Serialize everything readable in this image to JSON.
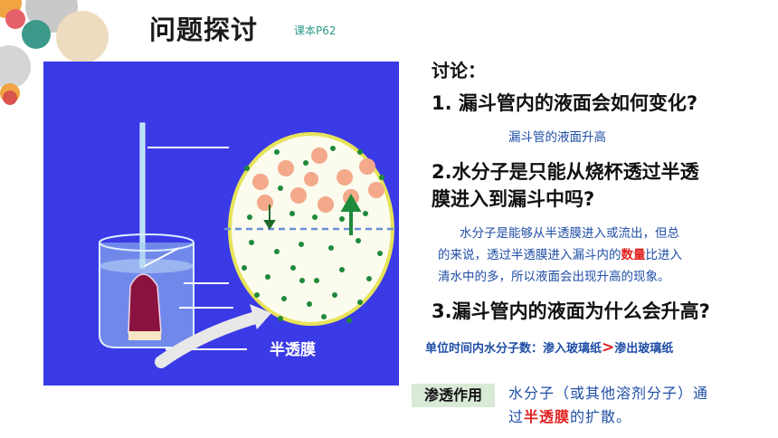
{
  "header": {
    "title": "问题探讨",
    "reference": "课本P62"
  },
  "figure": {
    "membrane_label": "半透膜"
  },
  "discussion": {
    "heading": "讨论：",
    "q1": "1. 漏斗管内的液面会如何变化?",
    "a1": "漏斗管的液面升高",
    "q2_line1": "2.水分子是只能从烧杯透过半透",
    "q2_line2": "膜进入到漏斗中吗?",
    "a2_line1": "水分子是能够从半透膜进入或流出，但总",
    "a2_line2_pre": "的来说，透过半透膜进入漏斗内的",
    "a2_line2_em": "数量",
    "a2_line2_post": "比进入",
    "a2_line3": "清水中的多，所以液面会出现升高的现象。",
    "q3": "3.漏斗管内的液面为什么会升高?",
    "a3_pre": "单位时间内水分子数：渗入玻璃纸",
    "a3_sym": ">",
    "a3_post": "渗出玻璃纸"
  },
  "definition": {
    "tag": "渗透作用",
    "line1": "水分子（或其他溶剂分子）通",
    "line2_pre": "过",
    "line2_em": "半透膜",
    "line2_post": "的扩散。"
  },
  "colors": {
    "panel_blue": "#3a3ae6",
    "answer_blue": "#1f4ea6",
    "emphasis_red": "#e02020",
    "tag_green": "#d9ead6"
  }
}
